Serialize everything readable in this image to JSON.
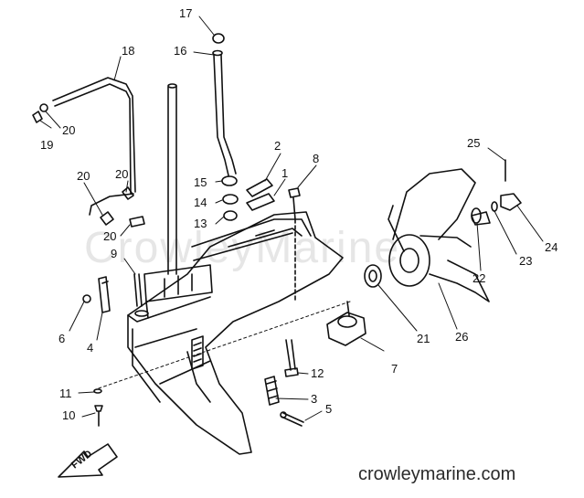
{
  "watermark": "CrowleyMarine",
  "footer_brand": "crowleymarine.com",
  "direction_arrow": "FWD",
  "callouts": [
    {
      "id": "c17",
      "number": "17"
    },
    {
      "id": "c16",
      "number": "16"
    },
    {
      "id": "c18",
      "number": "18"
    },
    {
      "id": "c20a",
      "number": "20"
    },
    {
      "id": "c19",
      "number": "19"
    },
    {
      "id": "c20b",
      "number": "20"
    },
    {
      "id": "c20c",
      "number": "20"
    },
    {
      "id": "c20d",
      "number": "20"
    },
    {
      "id": "c2",
      "number": "2"
    },
    {
      "id": "c1",
      "number": "1"
    },
    {
      "id": "c8",
      "number": "8"
    },
    {
      "id": "c15",
      "number": "15"
    },
    {
      "id": "c14",
      "number": "14"
    },
    {
      "id": "c13",
      "number": "13"
    },
    {
      "id": "c9",
      "number": "9"
    },
    {
      "id": "c6",
      "number": "6"
    },
    {
      "id": "c4",
      "number": "4"
    },
    {
      "id": "c11",
      "number": "11"
    },
    {
      "id": "c10",
      "number": "10"
    },
    {
      "id": "c12",
      "number": "12"
    },
    {
      "id": "c3",
      "number": "3"
    },
    {
      "id": "c5",
      "number": "5"
    },
    {
      "id": "c7",
      "number": "7"
    },
    {
      "id": "c21",
      "number": "21"
    },
    {
      "id": "c26",
      "number": "26"
    },
    {
      "id": "c22",
      "number": "22"
    },
    {
      "id": "c23",
      "number": "23"
    },
    {
      "id": "c24",
      "number": "24"
    },
    {
      "id": "c25",
      "number": "25"
    }
  ]
}
